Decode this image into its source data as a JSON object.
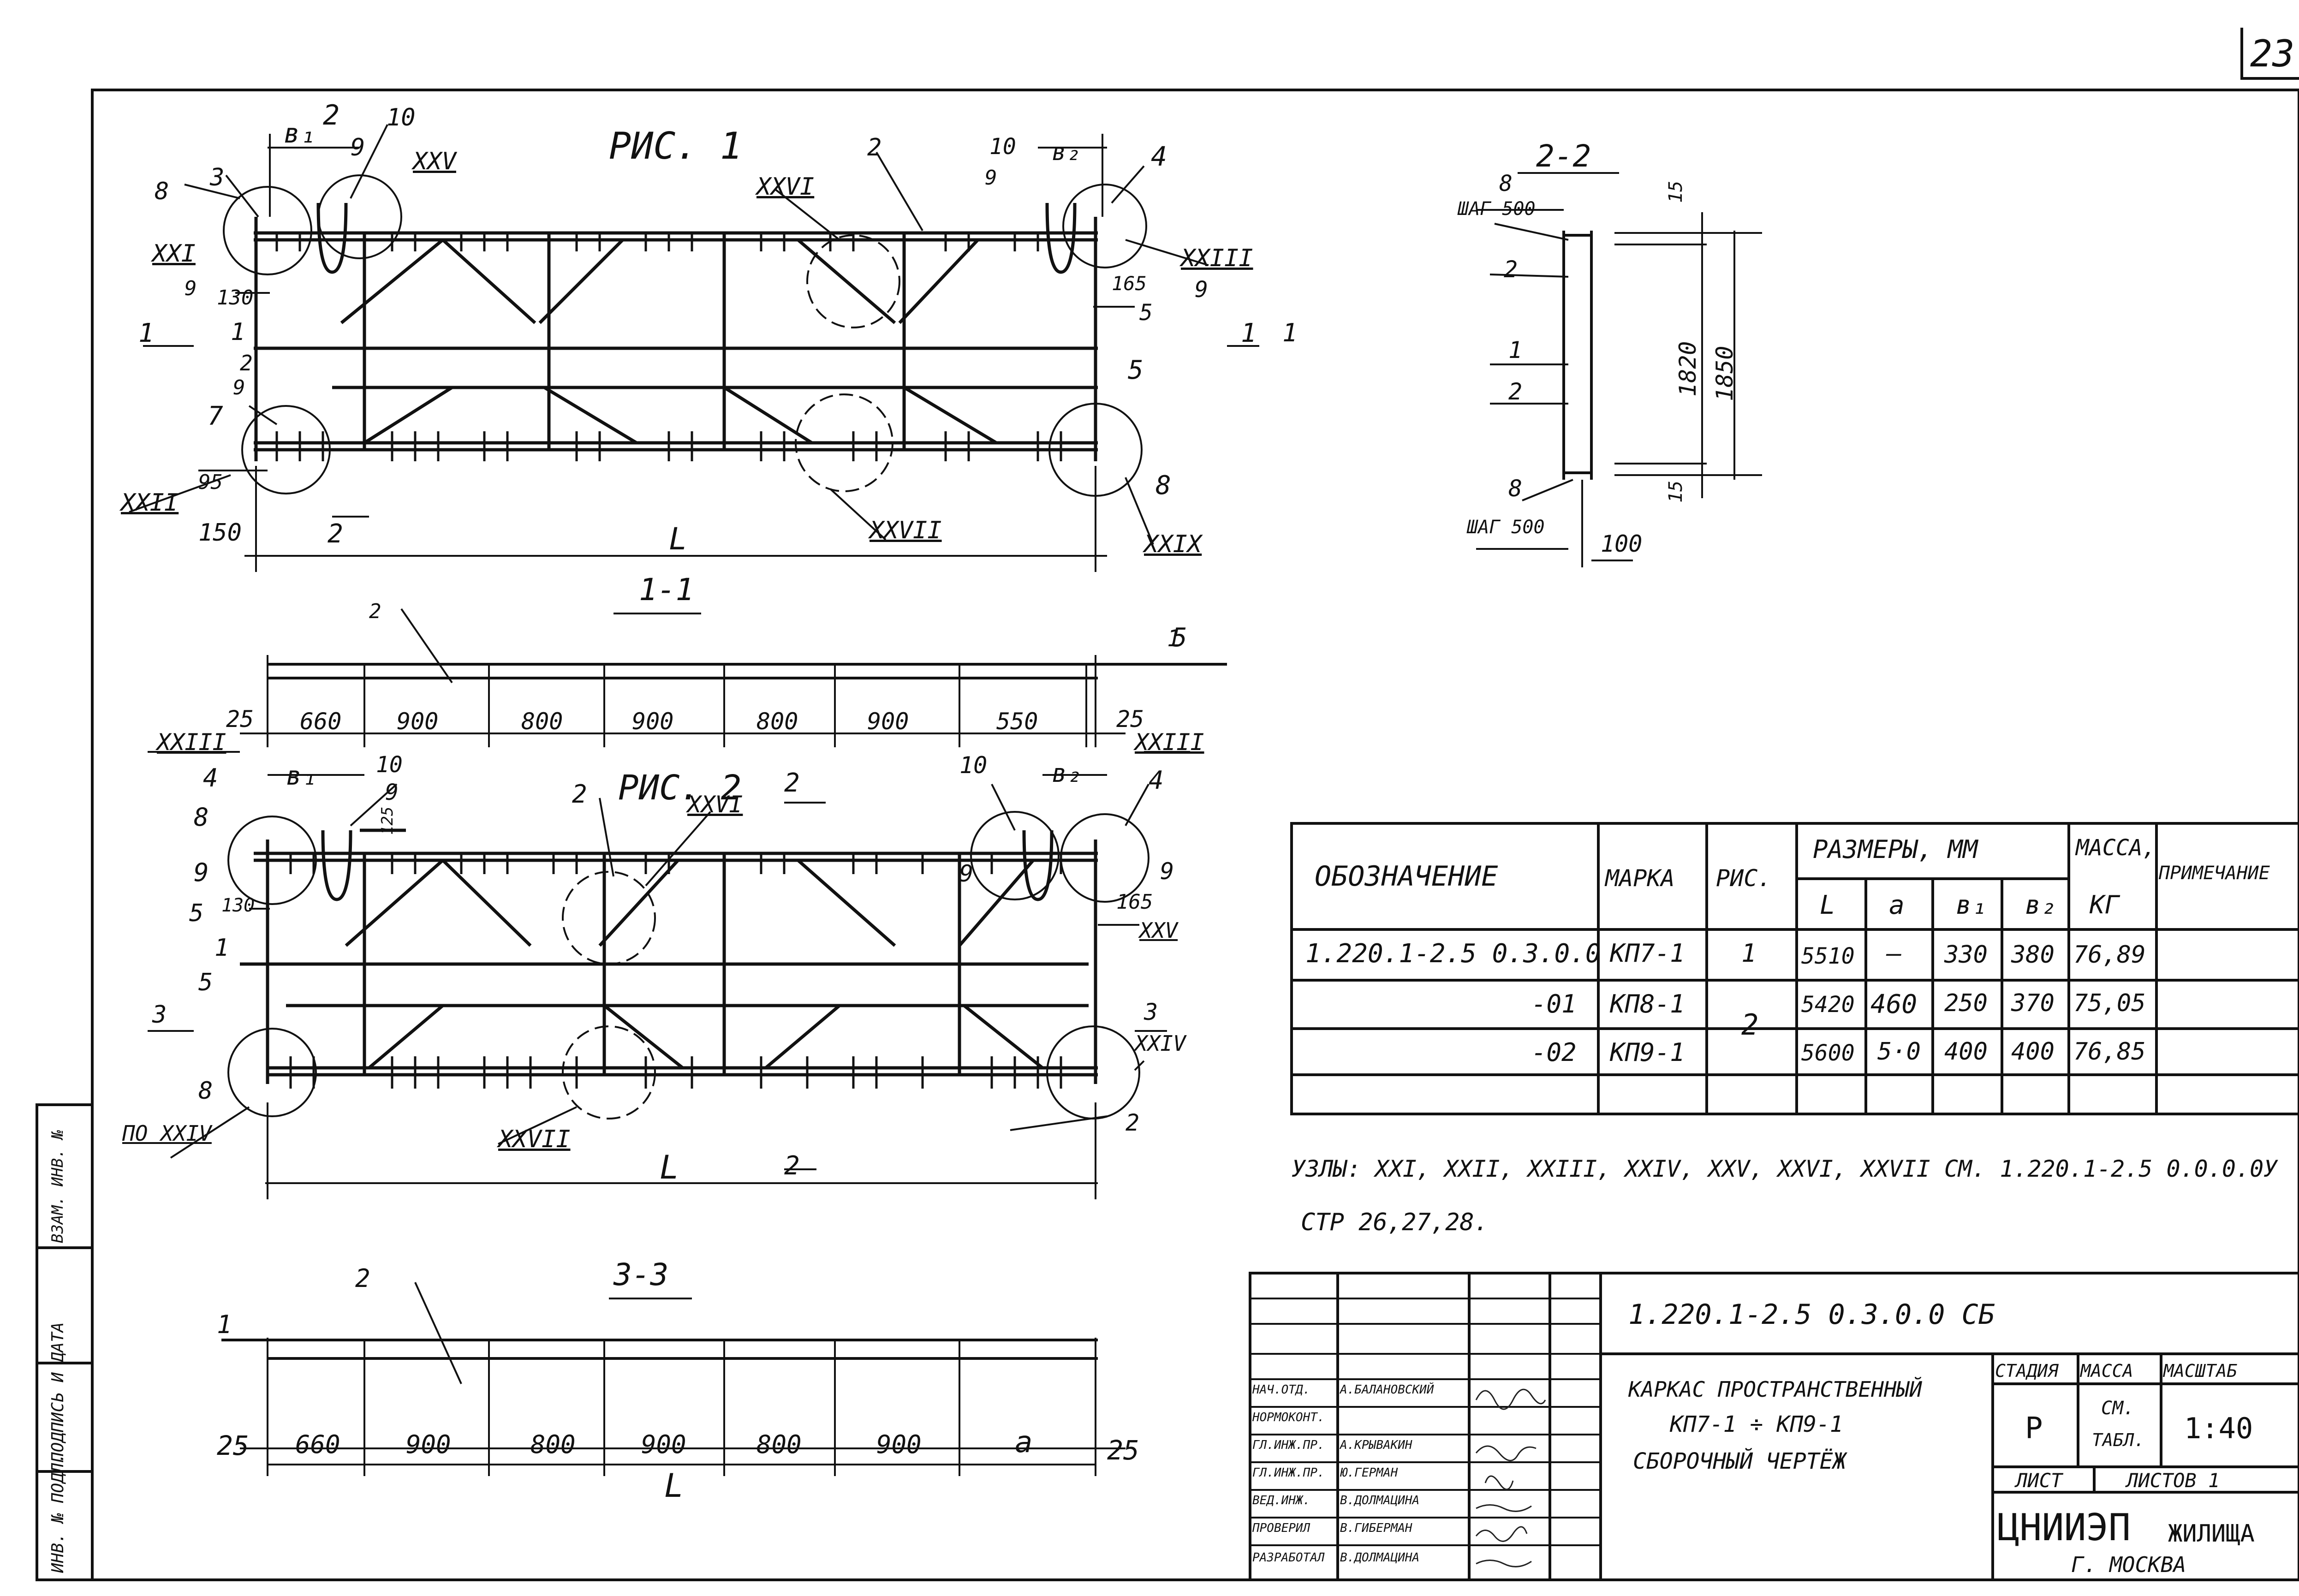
{
  "sheet_number": "23",
  "fig1": {
    "title": "РИС. 1",
    "callouts": [
      "в₁",
      "2",
      "10",
      "9",
      "XXV",
      "8",
      "3",
      "XXI",
      "9",
      "130",
      "1",
      "2",
      "9",
      "7",
      "XXII",
      "95",
      "150",
      "2",
      "L",
      "XXVII",
      "XXIX",
      "8",
      "5",
      "XXVI",
      "2",
      "10",
      "9",
      "в₂",
      "4",
      "XXIII",
      "165",
      "5",
      "9",
      "1",
      "5"
    ],
    "section_marks": [
      "1",
      "1"
    ]
  },
  "section22": {
    "title": "2-2",
    "labels": [
      "8",
      "ШАГ 500",
      "2",
      "1",
      "2",
      "8",
      "ШАГ 500",
      "100",
      "15",
      "1820",
      "1850",
      "15"
    ]
  },
  "section11": {
    "title": "1-1",
    "labels": [
      "2",
      "1",
      "25",
      "25"
    ],
    "dims": [
      "660",
      "900",
      "800",
      "900",
      "800",
      "900",
      "550"
    ]
  },
  "fig2": {
    "title": "РИС. 2",
    "callouts": [
      "XXIII",
      "4",
      "в₁",
      "10",
      "9",
      "8",
      "9",
      "130",
      "5",
      "1",
      "5",
      "3",
      "8",
      "ПО XXIV",
      "XXVII",
      "2",
      "L",
      "2",
      "XXVI",
      "2",
      "10",
      "в₂",
      "XXIII",
      "4",
      "9",
      "9",
      "165",
      "XXV",
      "3",
      "XXIV",
      "2",
      "125"
    ]
  },
  "section33": {
    "title": "3-3",
    "labels": [
      "2",
      "1",
      "25",
      "25",
      "L"
    ],
    "dims": [
      "660",
      "900",
      "800",
      "900",
      "800",
      "900",
      "а"
    ]
  },
  "spec_table": {
    "h_designation": "ОБОЗНАЧЕНИЕ",
    "h_mark": "МАРКА",
    "h_fig": "РИС.",
    "h_sizes": "РАЗМЕРЫ, ММ",
    "h_L": "L",
    "h_a": "а",
    "h_b1": "в₁",
    "h_b2": "в₂",
    "h_mass": "МАССА,",
    "h_kg": "КГ",
    "h_note": "ПРИМЕЧАНИЕ",
    "rows": [
      {
        "designation": "1.220.1-2.5  0.3.0.0",
        "mark": "КП7-1",
        "fig": "1",
        "L": "5510",
        "a": "—",
        "b1": "330",
        "b2": "380",
        "mass": "76,89"
      },
      {
        "designation": "-01",
        "mark": "КП8-1",
        "fig": "2",
        "L": "5420",
        "a": "460",
        "b1": "250",
        "b2": "370",
        "mass": "75,05"
      },
      {
        "designation": "-02",
        "mark": "КП9-1",
        "fig": "",
        "L": "5600",
        "a": "5·0",
        "b1": "400",
        "b2": "400",
        "mass": "76,85"
      }
    ]
  },
  "notes": {
    "line1": "УЗЛЫ: XXI, XXII, XXIII, XXIV, XXV, XXVI, XXVII СМ.  1.220.1-2.5  0.0.0.0У",
    "line2": "СТР 26,27,28."
  },
  "stamp": {
    "doc_code": "1.220.1-2.5   0.3.0.0 СБ",
    "title_l1": "КАРКАС  ПРОСТРАНСТВЕННЫЙ",
    "title_l2": "КП7-1 ÷ КП9-1",
    "title_l3": "СБОРОЧНЫЙ  ЧЕРТЁЖ",
    "stage_h": "СТАДИЯ",
    "mass_h": "МАССА",
    "scale_h": "МАСШТАБ",
    "stage": "Р",
    "mass_l1": "СМ.",
    "mass_l2": "ТАБЛ.",
    "scale": "1:40",
    "sheet_label": "ЛИСТ",
    "sheets_label": "ЛИСТОВ 1",
    "org_l1": "ЦНИИЭП",
    "org_l1b": "ЖИЛИЩА",
    "org_l2": "Г. МОСКВА",
    "people": [
      {
        "role": "НАЧ.ОТД.",
        "name": "А.БАЛАНОВСКИЙ"
      },
      {
        "role": "НОРМОКОНТ.",
        "name": ""
      },
      {
        "role": "ГЛ.ИНЖ.ПР.",
        "name": "А.КРЫВАКИН"
      },
      {
        "role": "ГЛ.ИНЖ.ПР.",
        "name": "Ю.ГЕРМАН"
      },
      {
        "role": "ВЕД.ИНЖ.",
        "name": "В.ДОЛМАЦИНА"
      },
      {
        "role": "ПРОВЕРИЛ",
        "name": "В.ГИБЕРМАН"
      },
      {
        "role": "РАЗРАБОТАЛ",
        "name": "В.ДОЛМАЦИНА"
      }
    ]
  },
  "side_stamp": {
    "inv_podl": "ИНВ. № ПОДЛ.",
    "sign_date": "ПОДПИСЬ И ДАТА",
    "vzam_inv": "ВЗАМ. ИНВ. №"
  }
}
